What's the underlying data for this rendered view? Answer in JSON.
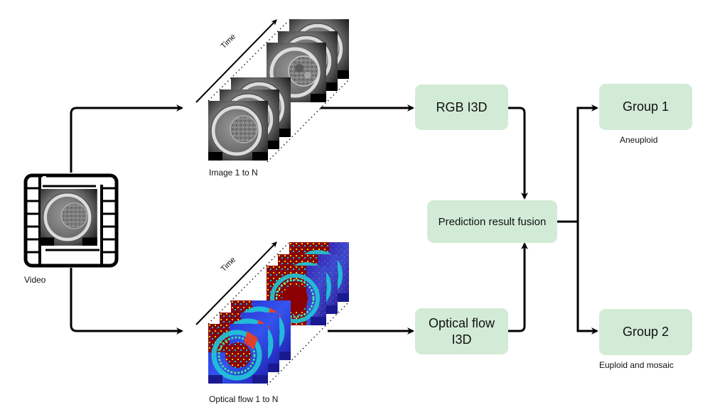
{
  "diagram": {
    "nodes": {
      "video": {
        "label": "Video",
        "icon": "film-strip-icon"
      },
      "image_stack": {
        "label": "Image 1 to N",
        "axis_label": "Time",
        "frame_style": "grayscale embryo micrographs"
      },
      "flow_stack": {
        "label": "Optical flow 1 to N",
        "axis_label": "Time",
        "frame_style": "jet-colormap optical flow maps"
      },
      "rgb_i3d": {
        "label": "RGB I3D"
      },
      "flow_i3d": {
        "label_line1": "Optical flow",
        "label_line2": "I3D"
      },
      "fusion": {
        "label": "Prediction result fusion"
      },
      "group1": {
        "label": "Group 1",
        "caption": "Aneuploid"
      },
      "group2": {
        "label": "Group 2",
        "caption": "Euploid and mosaic"
      }
    },
    "edges": [
      {
        "from": "video",
        "to": "image_stack"
      },
      {
        "from": "video",
        "to": "flow_stack"
      },
      {
        "from": "image_stack",
        "to": "rgb_i3d"
      },
      {
        "from": "flow_stack",
        "to": "flow_i3d"
      },
      {
        "from": "rgb_i3d",
        "to": "fusion"
      },
      {
        "from": "flow_i3d",
        "to": "fusion"
      },
      {
        "from": "fusion",
        "to": "group1"
      },
      {
        "from": "fusion",
        "to": "group2"
      }
    ],
    "colors": {
      "box_fill": "#d2ebd6",
      "line": "#000000"
    }
  }
}
